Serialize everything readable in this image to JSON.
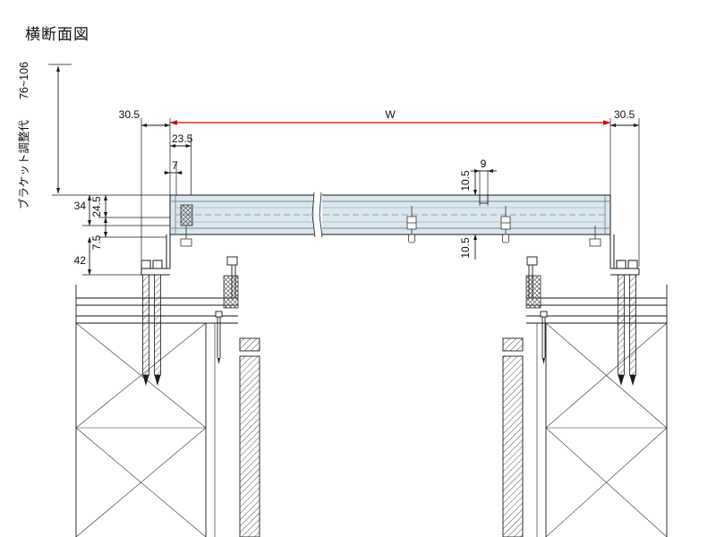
{
  "title": "横断面図",
  "annotations": {
    "bracket_adjust_range": "76~106",
    "bracket_adjust_label": "ブラケット調整代"
  },
  "dimensions": {
    "width_label": "W",
    "left_edge_offset": "30.5",
    "right_edge_offset": "30.5",
    "rail_inset": "23.5",
    "rail_lip": "7",
    "rail_height": "34",
    "rail_upper": "24.5",
    "rail_lower": "7.5",
    "bracket_drop": "42",
    "slot_top_offset": "10.5",
    "slot_width": "9",
    "slot_bottom_offset": "10.5"
  },
  "colors": {
    "dimension_accent": "#d60000",
    "rail_fill": "#d9e7ef",
    "line": "#1a1a1a"
  }
}
